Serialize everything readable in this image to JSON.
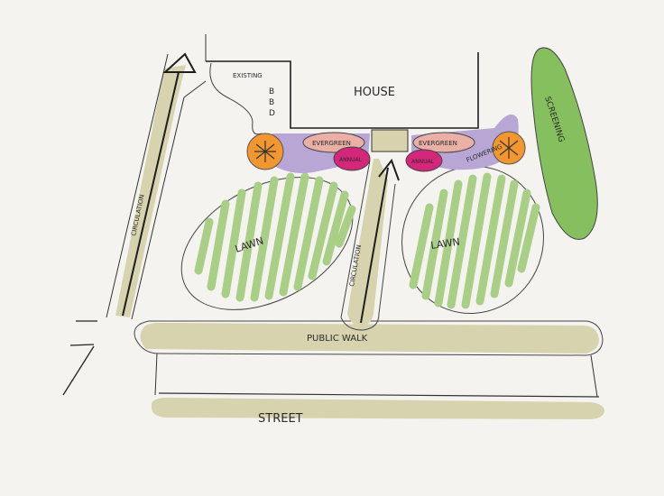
{
  "labels": {
    "house": "HOUSE",
    "existing_bed": "EXISTING",
    "bed_b1": "B",
    "bed_b2": "B",
    "bed_d": "D",
    "evergreen_left": "EVERGREEN",
    "evergreen_right": "EVERGREEN",
    "annual_left": "ANNUAL",
    "annual_right": "ANNUAL",
    "flowering": "FLOWERING",
    "screening": "SCREENING",
    "lawn_left": "LAWN",
    "lawn_right": "LAWN",
    "circulation_left": "CIRCULATION",
    "circulation_center": "CIRCULATION",
    "public_walk": "PUBLIC WALK",
    "street": "STREET"
  },
  "colors": {
    "paper": "#f4f3f0",
    "ink": "#1e1e1e",
    "hardscape": "#d7d3ae",
    "lawn": "#a9cf86",
    "screening": "#86bf5e",
    "evergreen": "#eab0a6",
    "annual": "#d4267a",
    "flowering_tree": "#f2972f",
    "groundcover": "#b8a6d4"
  },
  "icons": {
    "arrow": "arrow-icon",
    "tree_symbol": "tree-symbol-icon"
  }
}
